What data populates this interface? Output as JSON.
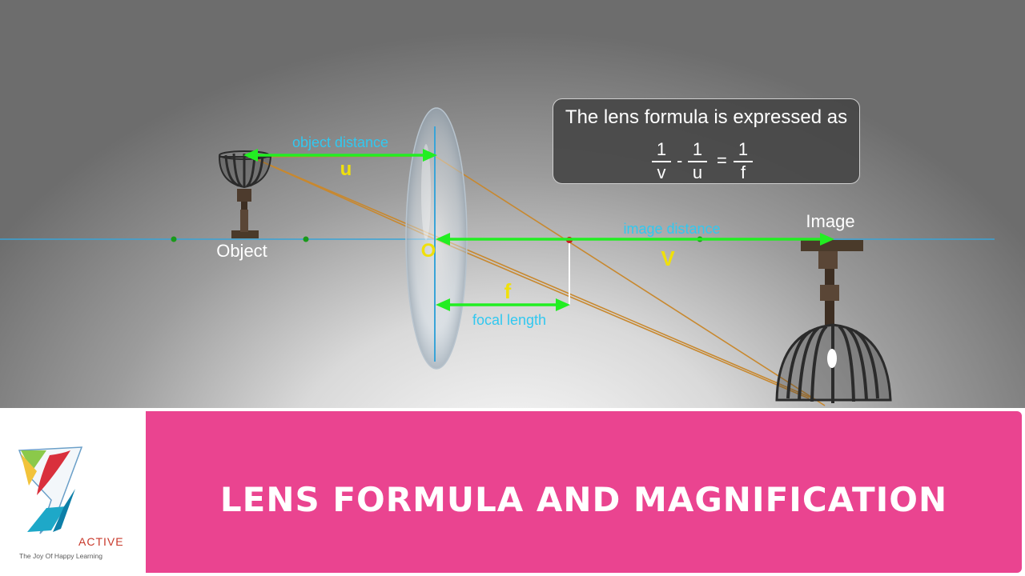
{
  "diagram": {
    "labels": {
      "object_distance": "object distance",
      "u": "u",
      "object": "Object",
      "optical_center": "O",
      "image_distance": "image distance",
      "v": "V",
      "image": "Image",
      "f": "f",
      "focal_length": "focal length"
    }
  },
  "formula": {
    "title": "The lens formula is expressed as",
    "term1": {
      "numerator": "1",
      "denominator": "v"
    },
    "minus": "-",
    "term2": {
      "numerator": "1",
      "denominator": "u"
    },
    "equals": "=",
    "term3": {
      "numerator": "1",
      "denominator": "f"
    }
  },
  "footer": {
    "title": "LENS FORMULA AND MAGNIFICATION",
    "logo": {
      "mark": "7",
      "brand": "ACTIVE",
      "tagline": "The Joy Of Happy Learning"
    }
  },
  "colors": {
    "axis": "#39a4d8",
    "arrow": "#22ee22",
    "ray": "#c8882e",
    "cyan_label": "#31c8f0",
    "yellow_label": "#f0e00a",
    "banner": "#ea4490"
  }
}
